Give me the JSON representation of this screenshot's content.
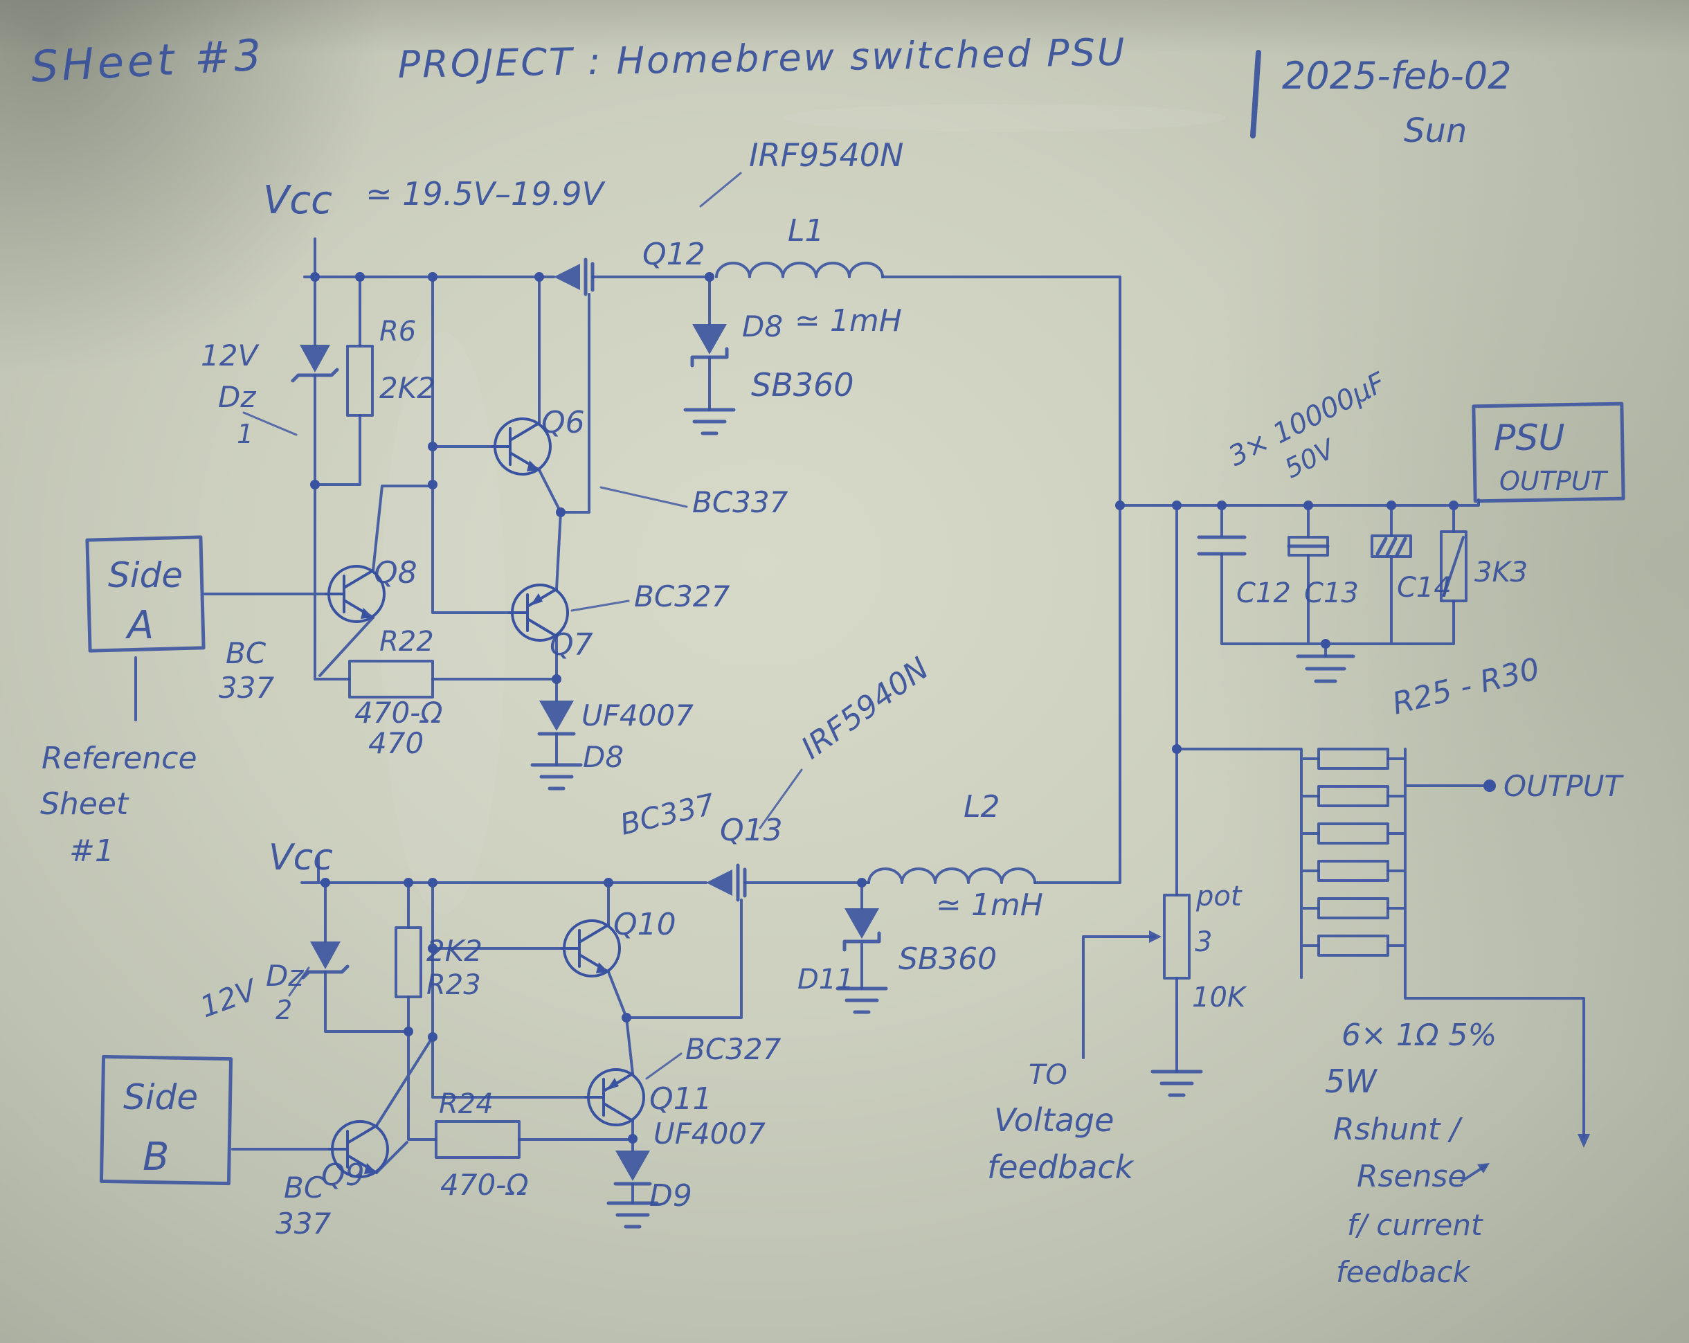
{
  "colors": {
    "ink": "#3a53a0",
    "paper": "#cdd0bf"
  },
  "header": {
    "sheet": "SHeet #3",
    "project": "PROJECT : Homebrew switched PSU",
    "date": "2025-feb-02",
    "day": "Sun"
  },
  "side_a": {
    "vcc": "Vcc",
    "vcc_range": "≃ 19.5V–19.9V",
    "mosfet_part": "IRF9540N",
    "mosfet_ref": "Q12",
    "inductor_ref": "L1",
    "inductor_value": "≃ 1mH",
    "freewheel_ref": "D8",
    "freewheel_part": "SB360",
    "zener_voltage": "12V",
    "zener_ref": "Dz",
    "zener_num": "1",
    "pullup_ref": "R6",
    "pullup_value": "2K2",
    "driver_npn_ref": "Q6",
    "driver_npn_part": "BC337",
    "driver_pnp_part": "BC327",
    "driver_pnp_ref": "Q7",
    "input_ref": "Q8",
    "input_part_1": "BC",
    "input_part_2": "337",
    "r22_ref": "R22",
    "r22_value_1": "470-Ω",
    "r22_value_2": "470",
    "clamp_part": "UF4007",
    "clamp_ref": "D8"
  },
  "side_b": {
    "vcc": "Vcc",
    "zener_voltage": "12V",
    "zener_ref": "Dz",
    "zener_num": "2",
    "pullup_value": "2K2",
    "pullup_ref": "R23",
    "driver_npn_ref": "Q10",
    "driver_npn_part": "BC337",
    "mosfet_ref": "Q13",
    "mosfet_part": "IRF5940N",
    "inductor_ref": "L2",
    "inductor_value": "≃ 1mH",
    "freewheel_ref": "D11",
    "freewheel_part": "SB360",
    "driver_pnp_part": "BC327",
    "driver_pnp_ref": "Q11",
    "input_ref": "Q9",
    "input_part_1": "BC",
    "input_part_2": "337",
    "r24_ref": "R24",
    "r24_value": "470-Ω",
    "clamp_part": "UF4007",
    "clamp_ref": "D9"
  },
  "left_notes": {
    "side_a_line1": "Side",
    "side_a_line2": "A",
    "ref_line1": "Reference",
    "ref_line2": "Sheet",
    "ref_line3": "#1",
    "side_b_line1": "Side",
    "side_b_line2": "B"
  },
  "output": {
    "cap_bank": "3× 10000μF",
    "cap_bank_voltage": "50V",
    "psu_line1": "PSU",
    "psu_line2": "OUTPUT",
    "c12": "C12",
    "c13": "C13",
    "c14": "C14",
    "bleeder": "3K3",
    "shunt_range": "R25 - R30",
    "output_tap": "OUTPUT",
    "pot_label": "pot",
    "pot_num": "3",
    "pot_value": "10K",
    "vfb_line1": "TO",
    "vfb_line2": "Voltage",
    "vfb_line3": "feedback",
    "shunt_line1": "6× 1Ω 5%",
    "shunt_line2": "5W",
    "shunt_line3": "Rshunt /",
    "shunt_line4": "Rsense",
    "shunt_line5": "f/ current",
    "shunt_line6": "feedback"
  }
}
